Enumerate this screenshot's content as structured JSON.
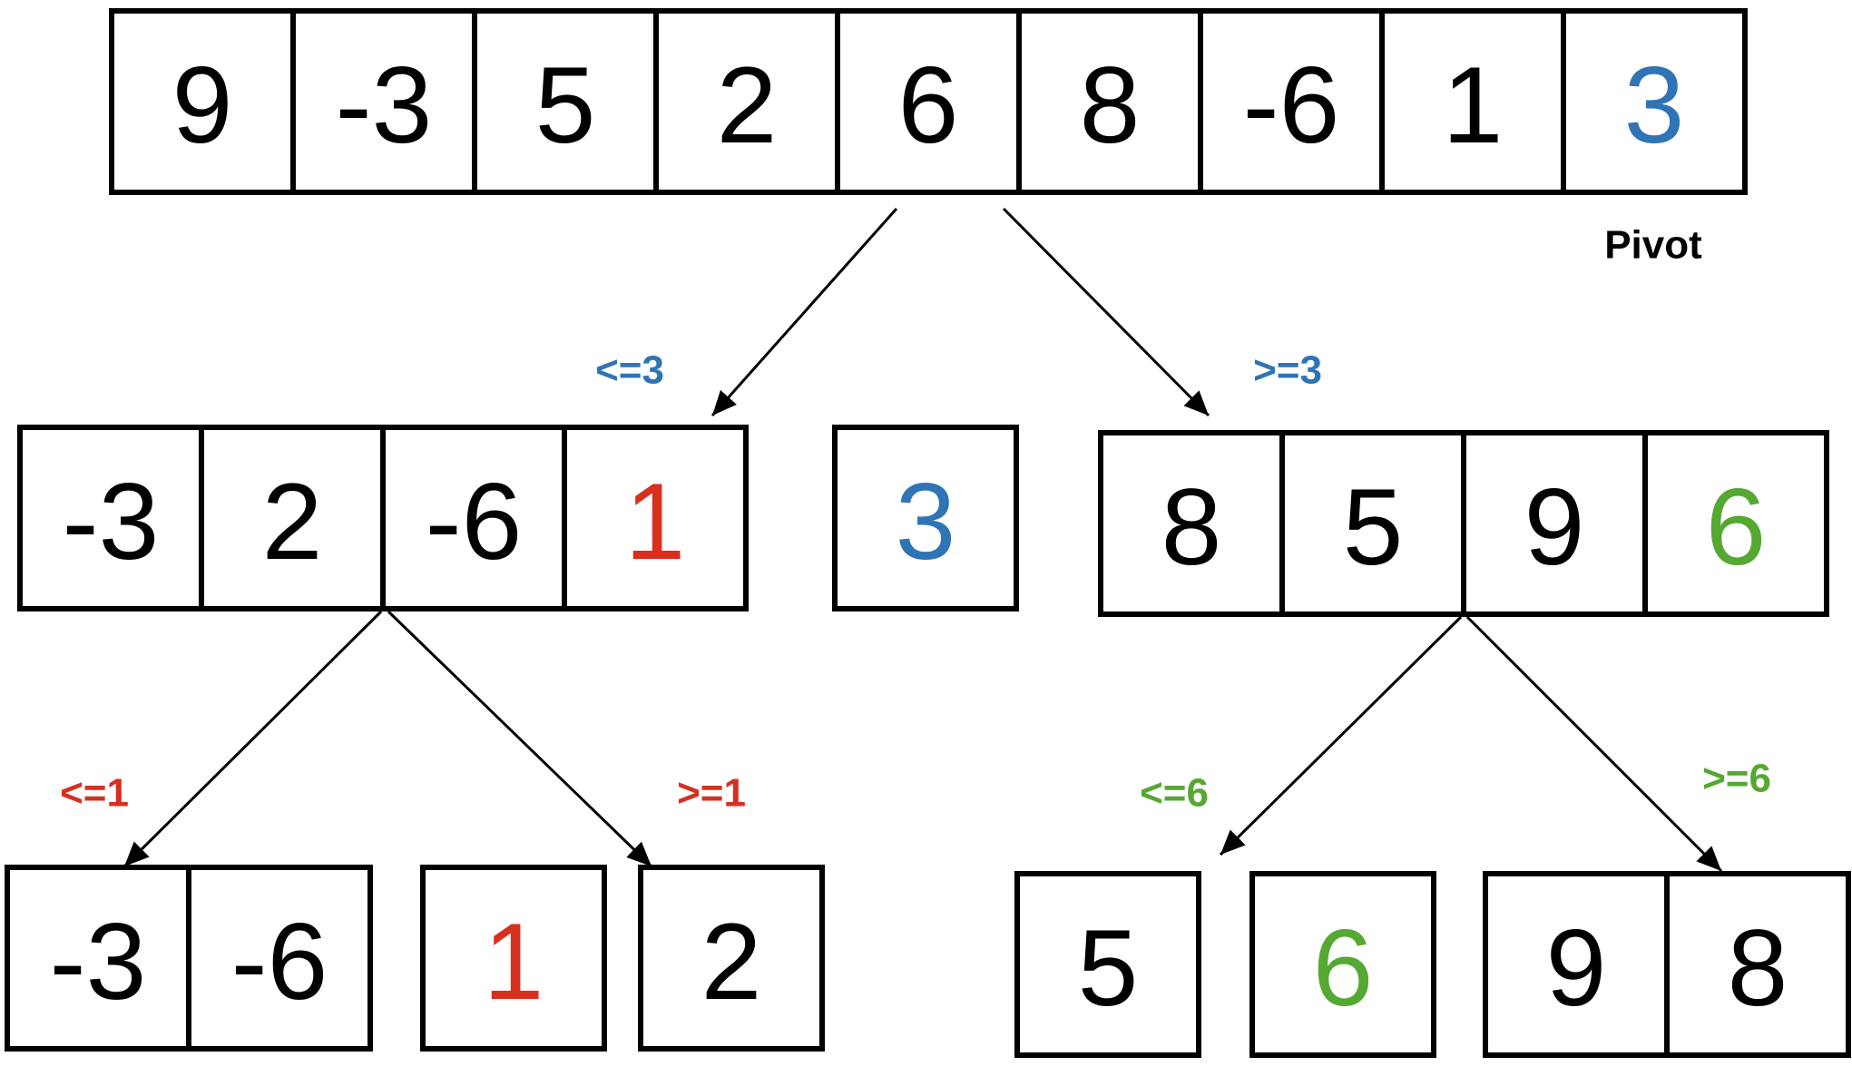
{
  "colors": {
    "default": "#000000",
    "pivot_blue": "#2f74b5",
    "pivot_red": "#d92f1f",
    "pivot_green": "#55a832"
  },
  "arrays": [
    {
      "id": "root",
      "values": [
        {
          "v": "9"
        },
        {
          "v": "-3"
        },
        {
          "v": "5"
        },
        {
          "v": "2"
        },
        {
          "v": "6"
        },
        {
          "v": "8"
        },
        {
          "v": "-6"
        },
        {
          "v": "1"
        },
        {
          "v": "3",
          "color": "pivot_blue"
        }
      ]
    },
    {
      "id": "left1",
      "values": [
        {
          "v": "-3"
        },
        {
          "v": "2"
        },
        {
          "v": "-6"
        },
        {
          "v": "1",
          "color": "pivot_red"
        }
      ]
    },
    {
      "id": "pivot1",
      "values": [
        {
          "v": "3",
          "color": "pivot_blue"
        }
      ]
    },
    {
      "id": "right1",
      "values": [
        {
          "v": "8"
        },
        {
          "v": "5"
        },
        {
          "v": "9"
        },
        {
          "v": "6",
          "color": "pivot_green"
        }
      ]
    },
    {
      "id": "left2",
      "values": [
        {
          "v": "-3"
        },
        {
          "v": "-6"
        }
      ]
    },
    {
      "id": "pivot2",
      "values": [
        {
          "v": "1",
          "color": "pivot_red"
        }
      ]
    },
    {
      "id": "right2",
      "values": [
        {
          "v": "2"
        }
      ]
    },
    {
      "id": "left3",
      "values": [
        {
          "v": "5"
        }
      ]
    },
    {
      "id": "pivot3",
      "values": [
        {
          "v": "6",
          "color": "pivot_green"
        }
      ]
    },
    {
      "id": "right3",
      "values": [
        {
          "v": "9"
        },
        {
          "v": "8"
        }
      ]
    }
  ],
  "labels": {
    "pivot": "Pivot",
    "le3": "<=3",
    "ge3": ">=3",
    "le1": "<=1",
    "ge1": ">=1",
    "le6": "<=6",
    "ge6": ">=6"
  }
}
